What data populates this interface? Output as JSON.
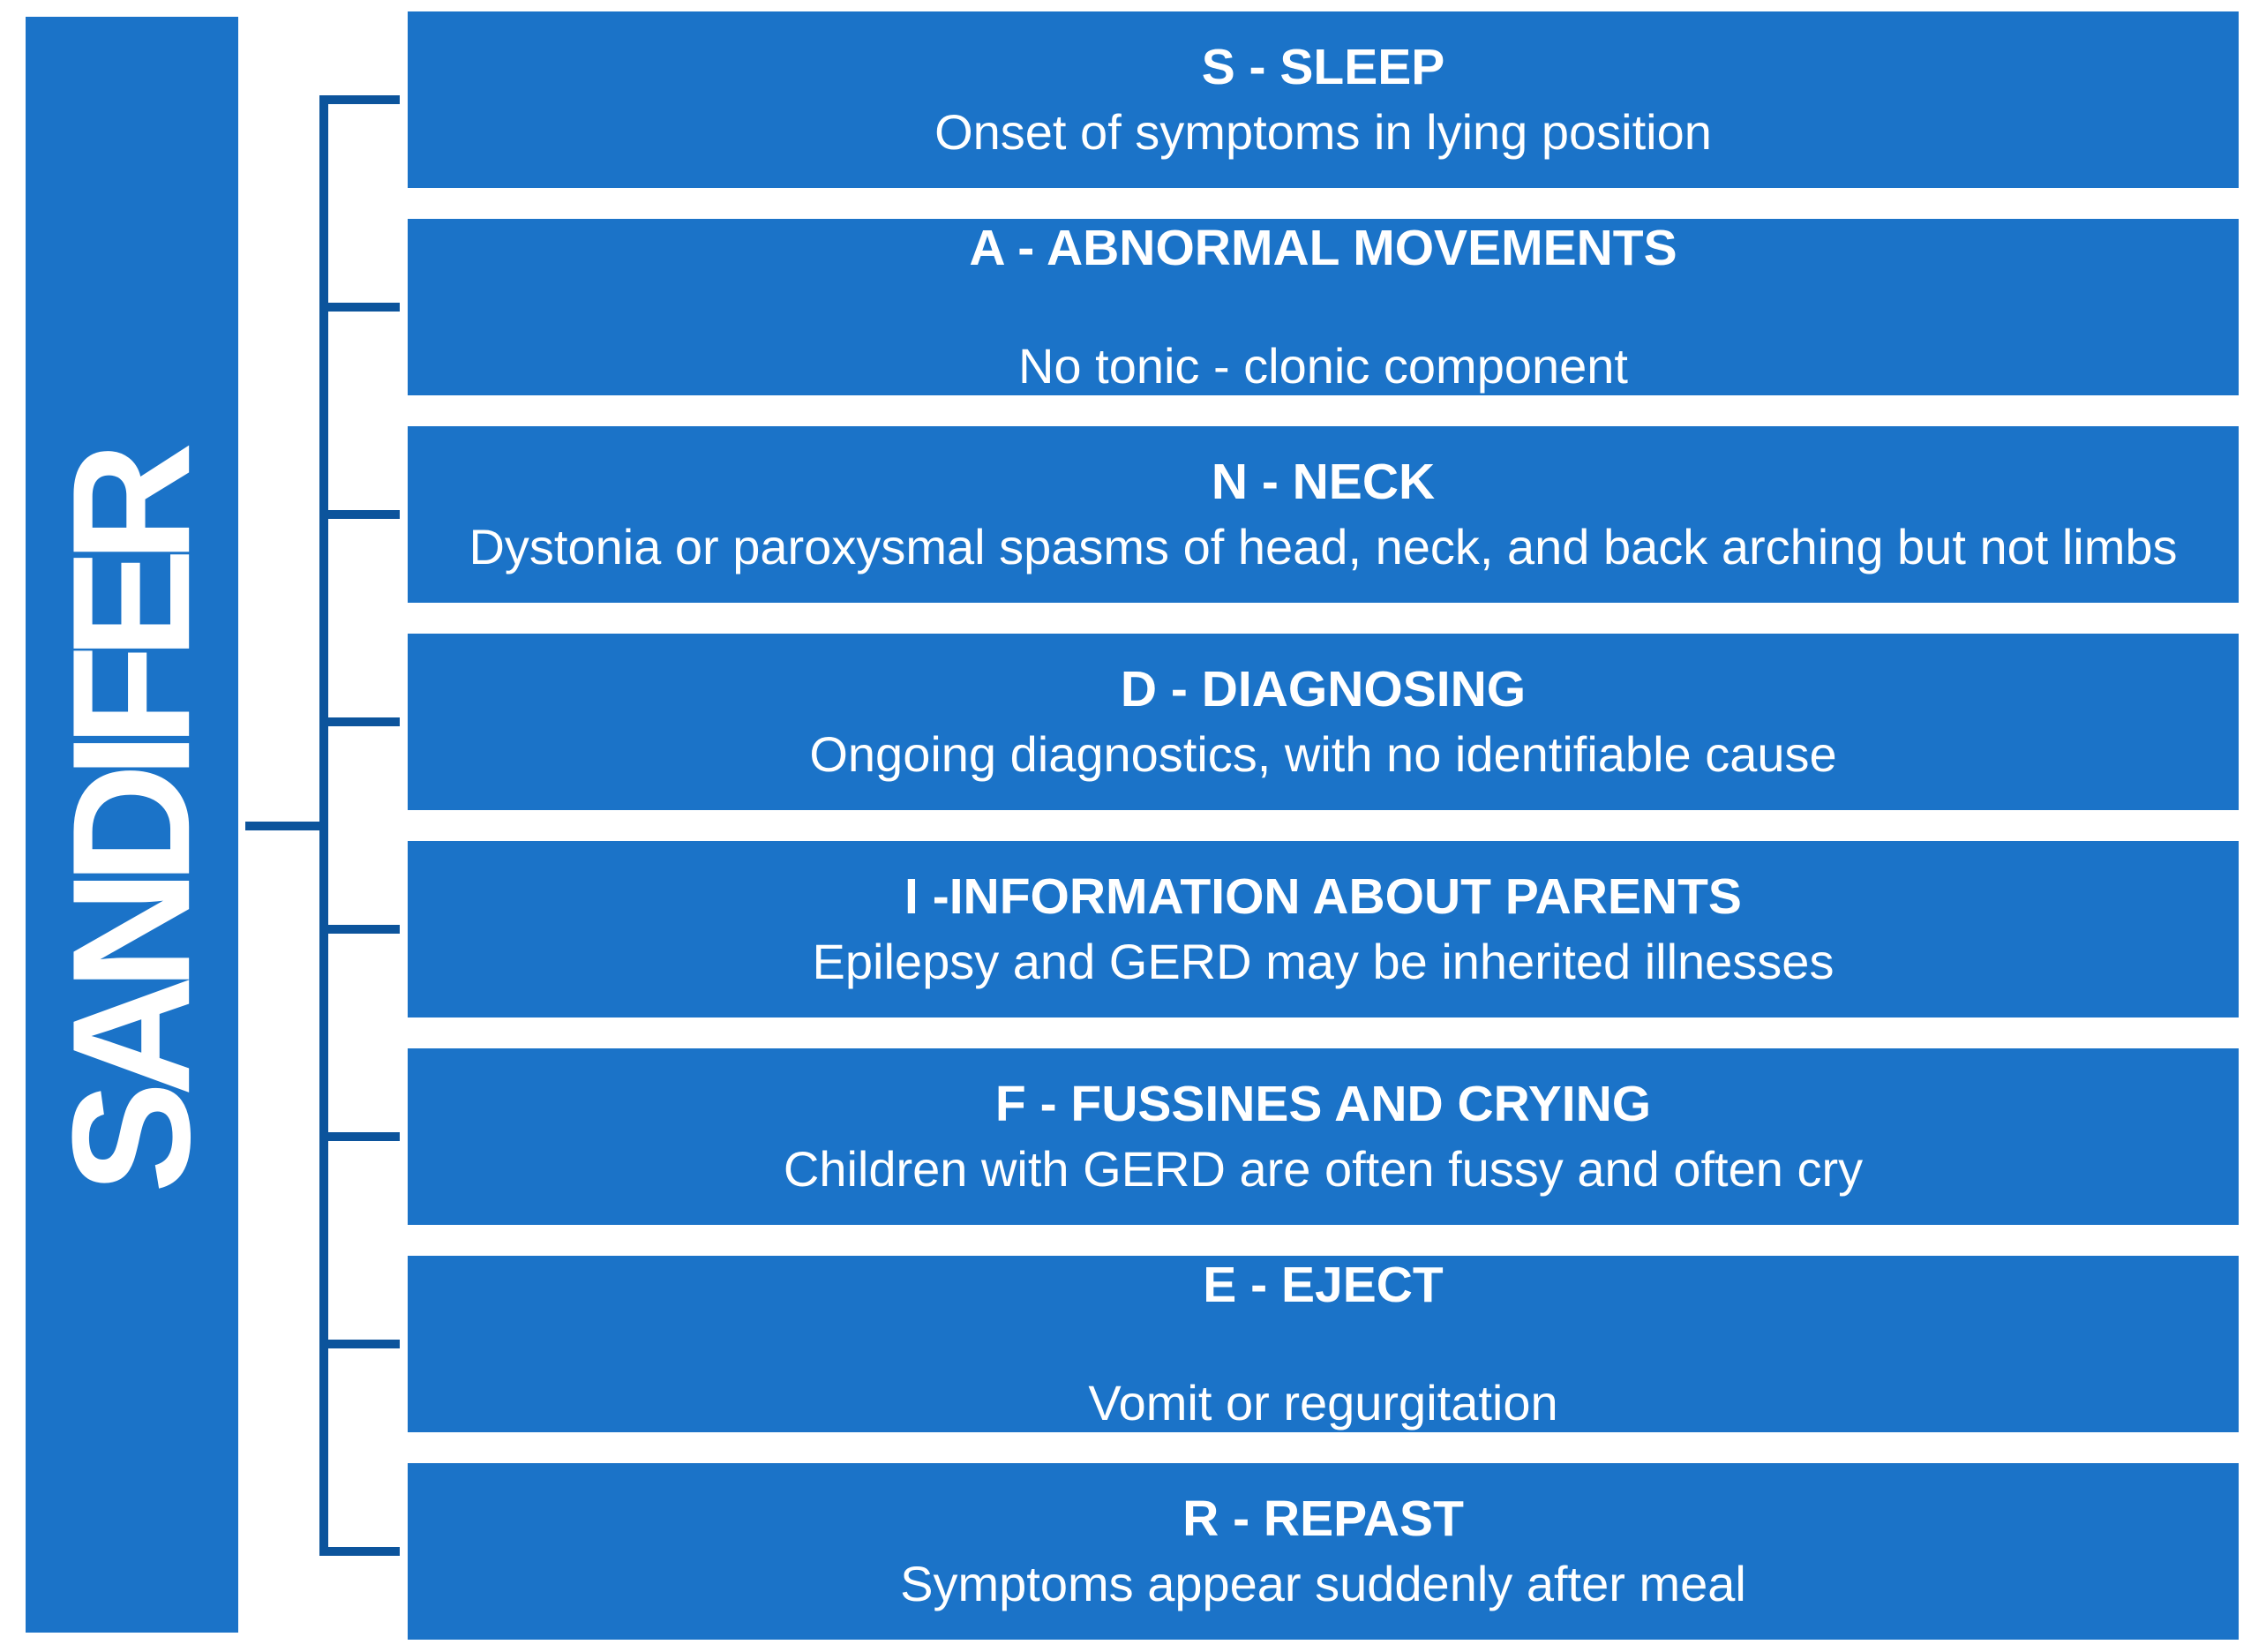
{
  "mnemonic": {
    "label": "SANDIFER"
  },
  "colors": {
    "bar": "#1B73C8",
    "connector": "#0C549C",
    "text": "#FFFFFF",
    "background": "#FFFFFF"
  },
  "rows": [
    {
      "letter": "S",
      "title": "S - SLEEP",
      "subtitle": "Onset of symptoms in lying position"
    },
    {
      "letter": "A",
      "title": "A - ABNORMAL MOVEMENTS",
      "subtitle": "No tonic - clonic component"
    },
    {
      "letter": "N",
      "title": "N - NECK",
      "subtitle": "Dystonia or paroxysmal spasms of head, neck, and back arching but not limbs"
    },
    {
      "letter": "D",
      "title": "D - DIAGNOSING",
      "subtitle": "Ongoing diagnostics, with no identifiable cause"
    },
    {
      "letter": "I",
      "title": "I -INFORMATION ABOUT PARENTS",
      "subtitle": "Epilepsy and GERD may be inherited illnesses"
    },
    {
      "letter": "F",
      "title": "F - FUSSINES AND CRYING",
      "subtitle": "Children with GERD are often fussy and often cry"
    },
    {
      "letter": "E",
      "title": "E - EJECT",
      "subtitle": "Vomit or regurgitation"
    },
    {
      "letter": "R",
      "title": "R - REPAST",
      "subtitle": "Symptoms appear suddenly after meal"
    }
  ]
}
